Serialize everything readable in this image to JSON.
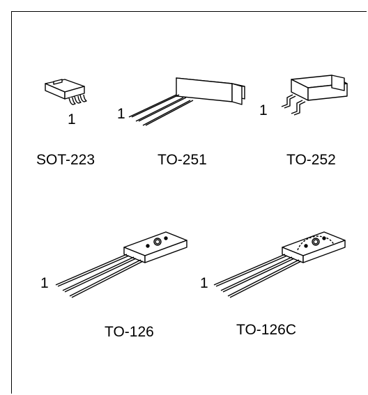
{
  "packages": [
    {
      "name": "SOT-223",
      "pin_label": "1",
      "icon": "sot-223-package-icon"
    },
    {
      "name": "TO-251",
      "pin_label": "1",
      "icon": "to-251-package-icon"
    },
    {
      "name": "TO-252",
      "pin_label": "1",
      "icon": "to-252-package-icon"
    },
    {
      "name": "TO-126",
      "pin_label": "1",
      "icon": "to-126-package-icon"
    },
    {
      "name": "TO-126C",
      "pin_label": "1",
      "icon": "to-126c-package-icon"
    }
  ]
}
